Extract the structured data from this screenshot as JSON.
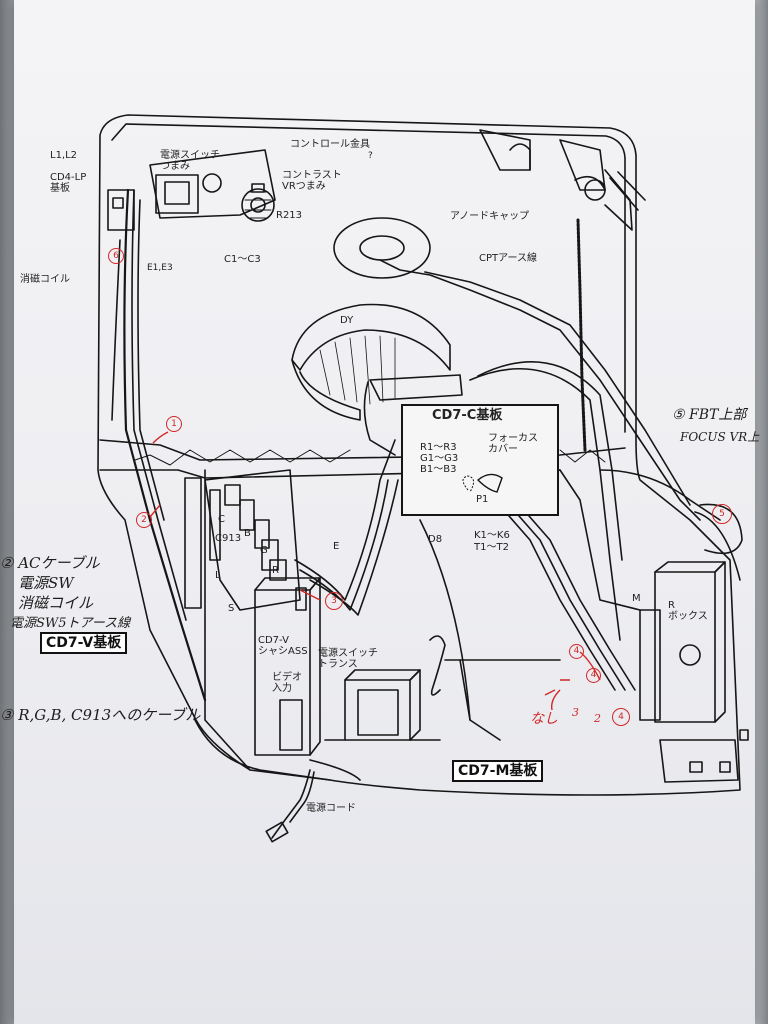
{
  "printed_labels": {
    "control_bracket": "コントロール金具",
    "l1l2": "L1,L2",
    "cd4_board": "CD4-LP\n基板",
    "power_switch_knob": "電源スイッチ\nつまみ",
    "contrast_knob": "コントラスト\nVRつまみ",
    "r213": "R213",
    "anode_cap": "アノードキャップ",
    "e1e3": "E1,E3",
    "c1c3": "C1～C3",
    "cpt_ground": "CPTアース線",
    "degauss_coil": "消磁コイル",
    "dy": "DY",
    "cd7c_board": "CD7-C基板",
    "r_range": "R1～R3",
    "g_range": "G1～G3",
    "b_range": "B1～B3",
    "focus_cover": "フォーカス\nカバー",
    "p1": "P1",
    "c": "C",
    "c913": "C913",
    "b": "B",
    "g": "G",
    "r": "R",
    "e": "E",
    "d8": "D8",
    "k_range": "K1～K6",
    "t_range": "T1～T2",
    "m": "M",
    "l": "L",
    "s": "S",
    "r_box": "R\nボックス",
    "cd7v_board": "CD7-V基板",
    "cd7v_chassis": "CD7-V\nシャシASS",
    "video_input": "ビデオ\n入力",
    "power_switch_trans": "電源スイッチ\nトランス",
    "cd7m_board": "CD7-M基板",
    "power_cord": "電源コード",
    "q1": "?"
  },
  "handwritten_notes": {
    "n2_line1": "② ACケーブル",
    "n2_line2": "電源SW",
    "n2_line3": "消磁コイル",
    "n2_line4": "電源SW5トアース線",
    "n3": "③ R,G,B, C913へのケーブル",
    "n5_line1": "⑤ FBT上部",
    "n5_line2": "FOCUS VR上",
    "nashi": "なし"
  },
  "red_marks": {
    "m1": "1",
    "m2": "2",
    "m3": "3",
    "m4": "4",
    "m5": "5",
    "m6": "6",
    "s3": "3",
    "s2": "2",
    "s4": "4"
  },
  "colors": {
    "ink": "#111111",
    "annotation_red": "#d22727",
    "paper": "#f1f1f4"
  }
}
